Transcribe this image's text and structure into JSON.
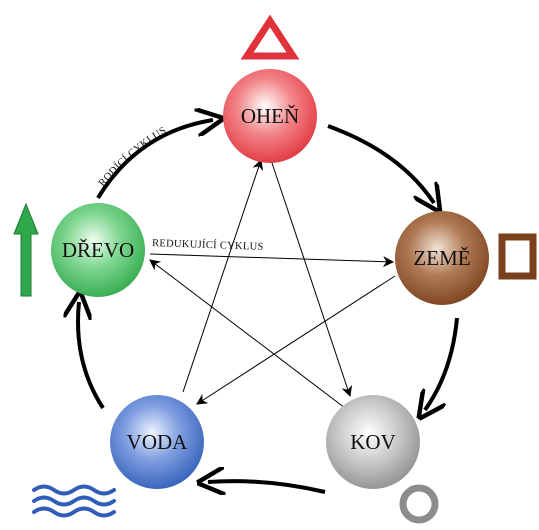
{
  "elements": {
    "fire": {
      "label": "OHEŇ",
      "color": "#e0323a",
      "symbol": "triangle"
    },
    "earth": {
      "label": "ZEMĚ",
      "color": "#7a3f1c",
      "symbol": "square"
    },
    "metal": {
      "label": "KOV",
      "color": "#8c8c8c",
      "symbol": "ring"
    },
    "water": {
      "label": "VODA",
      "color": "#2f5db8",
      "symbol": "waves"
    },
    "wood": {
      "label": "DŘEVO",
      "color": "#2ea84a",
      "symbol": "up-arrow"
    }
  },
  "cycles": {
    "generating_label": "RODÍCÍ CYKLUS",
    "reducing_label": "REDUKUJÍCÍ  CYKLUS"
  }
}
